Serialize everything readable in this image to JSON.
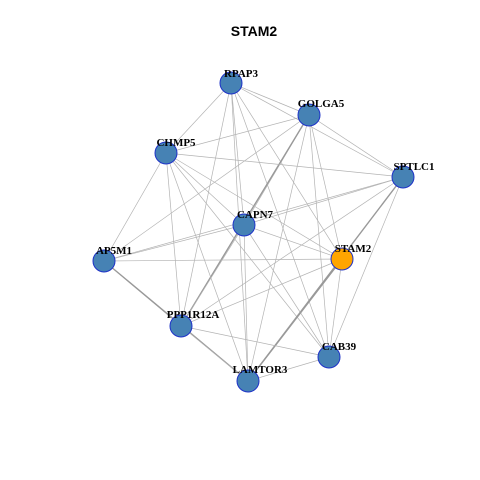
{
  "title": "STAM2",
  "colors": {
    "node_default": "#4682b4",
    "node_highlight": "#ffa500",
    "node_stroke": "#1e32c8",
    "edge": "#b3b3b3"
  },
  "nodes": [
    {
      "id": "RPAP3",
      "label": "RPAP3",
      "highlight": false
    },
    {
      "id": "GOLGA5",
      "label": "GOLGA5",
      "highlight": false
    },
    {
      "id": "CHMP5",
      "label": "CHMP5",
      "highlight": false
    },
    {
      "id": "SPTLC1",
      "label": "SPTLC1",
      "highlight": false
    },
    {
      "id": "CAPN7",
      "label": "CAPN7",
      "highlight": false
    },
    {
      "id": "AP5M1",
      "label": "AP5M1",
      "highlight": false
    },
    {
      "id": "STAM2",
      "label": "STAM2",
      "highlight": true
    },
    {
      "id": "PPP1R12A",
      "label": "PPP1R12A",
      "highlight": false
    },
    {
      "id": "CAB39",
      "label": "CAB39",
      "highlight": false
    },
    {
      "id": "LAMTOR3",
      "label": "LAMTOR3",
      "highlight": false
    }
  ],
  "edges": [
    [
      "RPAP3",
      "GOLGA5"
    ],
    [
      "RPAP3",
      "CHMP5"
    ],
    [
      "RPAP3",
      "SPTLC1"
    ],
    [
      "RPAP3",
      "CAPN7"
    ],
    [
      "RPAP3",
      "STAM2"
    ],
    [
      "RPAP3",
      "PPP1R12A"
    ],
    [
      "RPAP3",
      "CAB39"
    ],
    [
      "RPAP3",
      "LAMTOR3"
    ],
    [
      "GOLGA5",
      "CHMP5"
    ],
    [
      "GOLGA5",
      "SPTLC1"
    ],
    [
      "GOLGA5",
      "CAPN7"
    ],
    [
      "GOLGA5",
      "STAM2"
    ],
    [
      "GOLGA5",
      "PPP1R12A"
    ],
    [
      "GOLGA5",
      "CAB39"
    ],
    [
      "GOLGA5",
      "LAMTOR3"
    ],
    [
      "GOLGA5",
      "AP5M1"
    ],
    [
      "CHMP5",
      "SPTLC1"
    ],
    [
      "CHMP5",
      "CAPN7"
    ],
    [
      "CHMP5",
      "AP5M1"
    ],
    [
      "CHMP5",
      "STAM2"
    ],
    [
      "CHMP5",
      "PPP1R12A"
    ],
    [
      "CHMP5",
      "CAB39"
    ],
    [
      "CHMP5",
      "LAMTOR3"
    ],
    [
      "SPTLC1",
      "CAPN7"
    ],
    [
      "SPTLC1",
      "PPP1R12A"
    ],
    [
      "SPTLC1",
      "CAB39"
    ],
    [
      "SPTLC1",
      "LAMTOR3"
    ],
    [
      "SPTLC1",
      "AP5M1"
    ],
    [
      "CAPN7",
      "AP5M1"
    ],
    [
      "CAPN7",
      "STAM2"
    ],
    [
      "CAPN7",
      "PPP1R12A"
    ],
    [
      "CAPN7",
      "CAB39"
    ],
    [
      "CAPN7",
      "LAMTOR3"
    ],
    [
      "AP5M1",
      "STAM2"
    ],
    [
      "AP5M1",
      "PPP1R12A"
    ],
    [
      "AP5M1",
      "LAMTOR3"
    ],
    [
      "STAM2",
      "PPP1R12A"
    ],
    [
      "STAM2",
      "CAB39"
    ],
    [
      "STAM2",
      "LAMTOR3"
    ],
    [
      "PPP1R12A",
      "CAB39"
    ],
    [
      "PPP1R12A",
      "LAMTOR3"
    ],
    [
      "CAB39",
      "LAMTOR3"
    ]
  ],
  "heavy_edges": [
    [
      "GOLGA5",
      "PPP1R12A"
    ],
    [
      "STAM2",
      "LAMTOR3"
    ],
    [
      "AP5M1",
      "LAMTOR3"
    ],
    [
      "SPTLC1",
      "LAMTOR3"
    ]
  ]
}
